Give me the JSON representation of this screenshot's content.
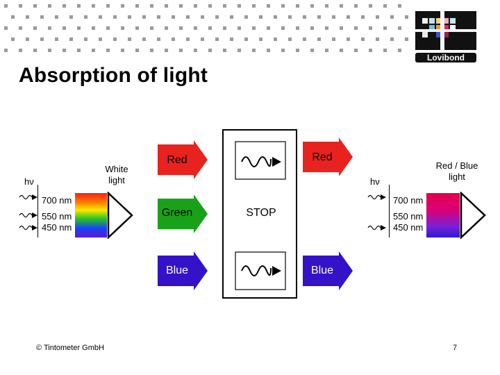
{
  "title": "Absorption of light",
  "logo": {
    "wordmark": "Lovibond"
  },
  "left_prism": {
    "photon_symbol": "hν",
    "incoming_label": "White\nlight",
    "wavelengths": [
      "700 nm",
      "550 nm",
      "450 nm"
    ]
  },
  "filter_arrows": {
    "in": [
      {
        "label": "Red",
        "color": "#e8231f"
      },
      {
        "label": "Green",
        "color": "#1aa11a"
      },
      {
        "label": "Blue",
        "color": "#3312c8"
      }
    ],
    "filter": {
      "stop_label": "STOP"
    },
    "out": [
      {
        "label": "Red",
        "color": "#e8231f"
      },
      {
        "label": "Blue",
        "color": "#3312c8"
      }
    ]
  },
  "right_prism": {
    "photon_symbol": "hν",
    "outgoing_label": "Red / Blue\nlight",
    "wavelengths": [
      "700 nm",
      "550 nm",
      "450 nm"
    ]
  },
  "footer": {
    "copyright": "© Tintometer GmbH",
    "page_number": "7"
  }
}
